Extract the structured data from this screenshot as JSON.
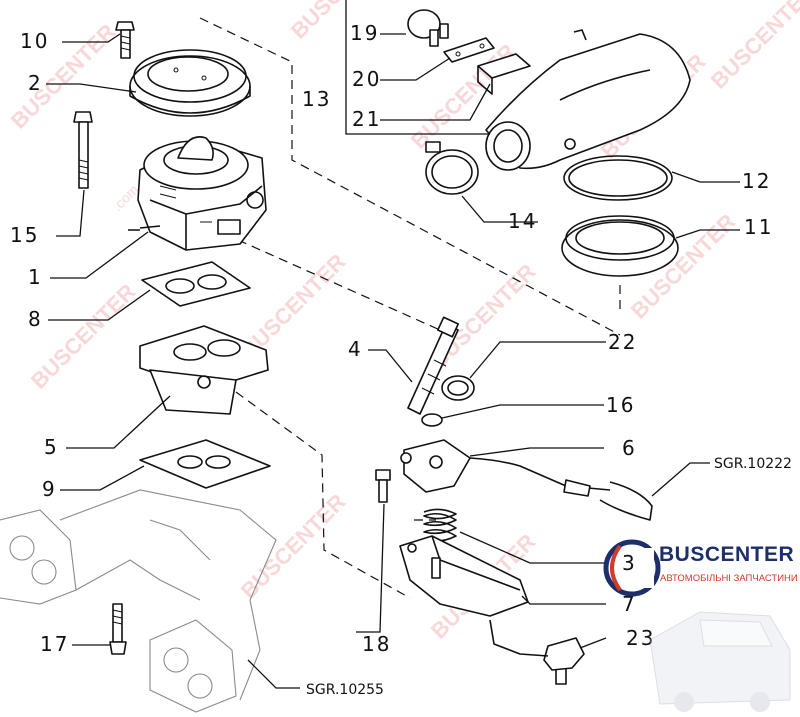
{
  "callouts": [
    {
      "id": "10",
      "text": "10"
    },
    {
      "id": "2",
      "text": "2"
    },
    {
      "id": "15",
      "text": "15"
    },
    {
      "id": "1",
      "text": "1"
    },
    {
      "id": "8",
      "text": "8"
    },
    {
      "id": "5",
      "text": "5"
    },
    {
      "id": "9",
      "text": "9"
    },
    {
      "id": "17",
      "text": "17"
    },
    {
      "id": "19",
      "text": "19"
    },
    {
      "id": "20",
      "text": "20"
    },
    {
      "id": "21",
      "text": "21"
    },
    {
      "id": "13",
      "text": "13"
    },
    {
      "id": "14",
      "text": "14"
    },
    {
      "id": "12",
      "text": "12"
    },
    {
      "id": "11",
      "text": "11"
    },
    {
      "id": "22",
      "text": "22"
    },
    {
      "id": "4",
      "text": "4"
    },
    {
      "id": "16",
      "text": "16"
    },
    {
      "id": "6",
      "text": "6"
    },
    {
      "id": "3",
      "text": "3"
    },
    {
      "id": "7",
      "text": "7"
    },
    {
      "id": "18",
      "text": "18"
    },
    {
      "id": "23",
      "text": "23"
    }
  ],
  "references": {
    "right": "SGR.10222",
    "bottom": "SGR.10255"
  },
  "watermark": {
    "brand": "BUSCENTER",
    "domain": ".com.ua",
    "color": "#e88a8a"
  },
  "logo": {
    "title": "BUSCENTER",
    "subtitle": "АВТОМОБІЛЬНІ ЗАПЧАСТИНИ",
    "title_color": "#1c2f6b",
    "accent_color": "#d23a2a"
  }
}
